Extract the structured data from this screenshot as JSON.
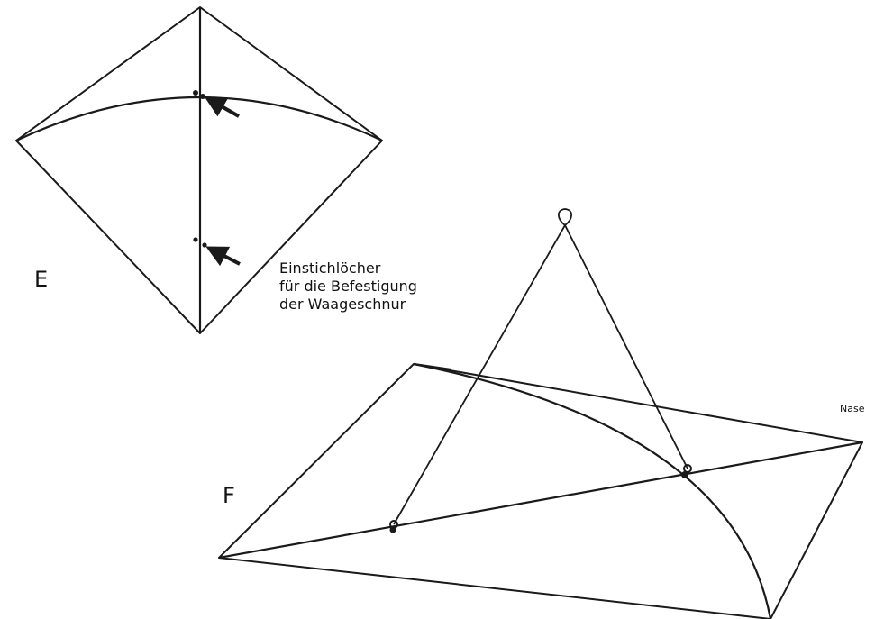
{
  "figure_e": {
    "label": "E",
    "annotation_lines": [
      "Einstichlöcher",
      "für die Befestigung",
      "der Waageschnur"
    ]
  },
  "figure_f": {
    "label": "F",
    "nose_label": "Nase"
  }
}
